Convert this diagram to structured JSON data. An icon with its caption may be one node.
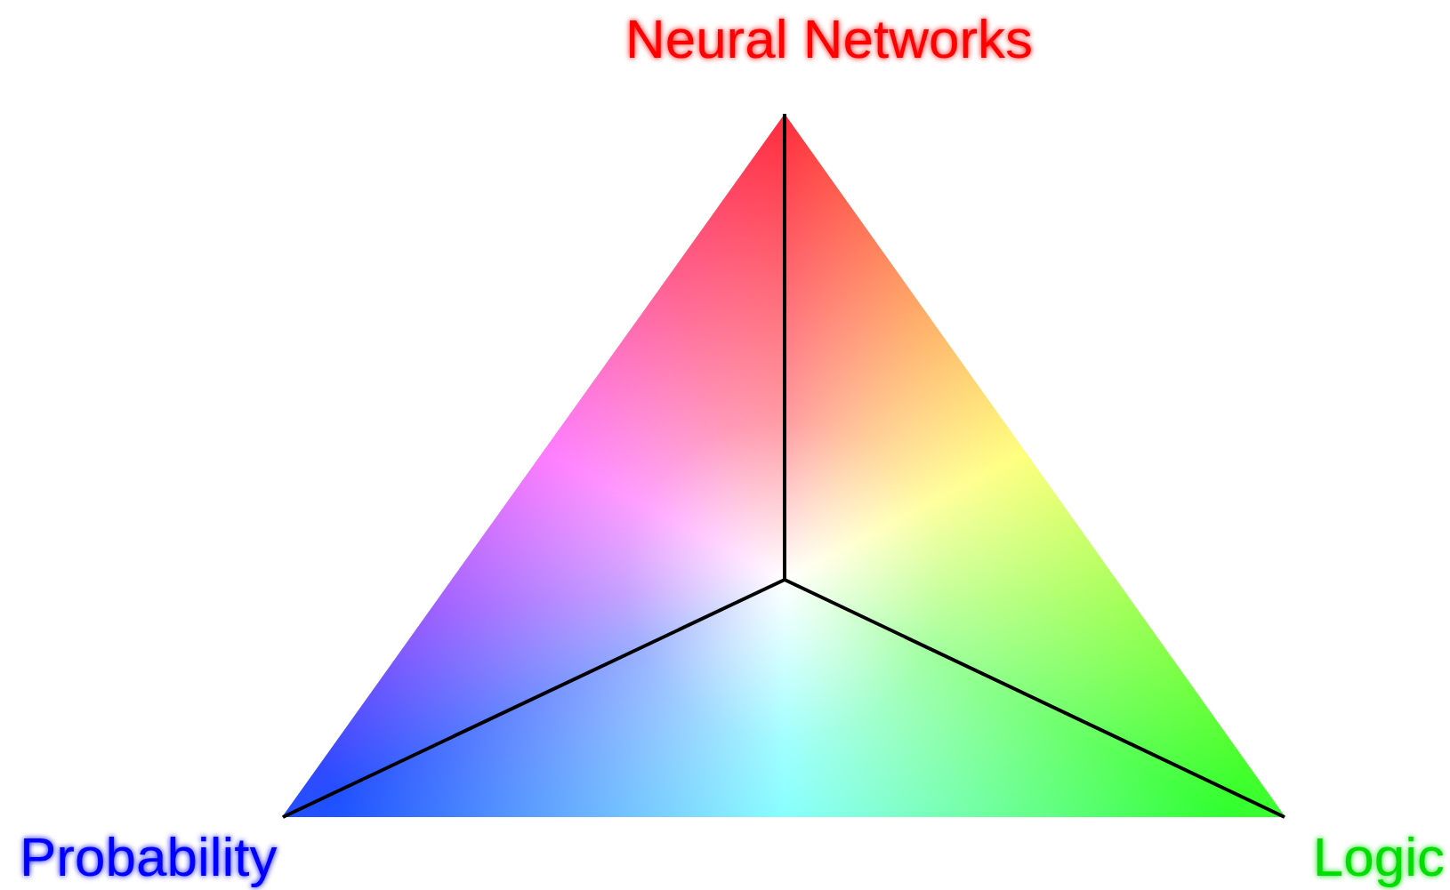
{
  "diagram": {
    "labels": [
      "Neural Networks",
      "Probability",
      "Logic"
    ]
  }
}
